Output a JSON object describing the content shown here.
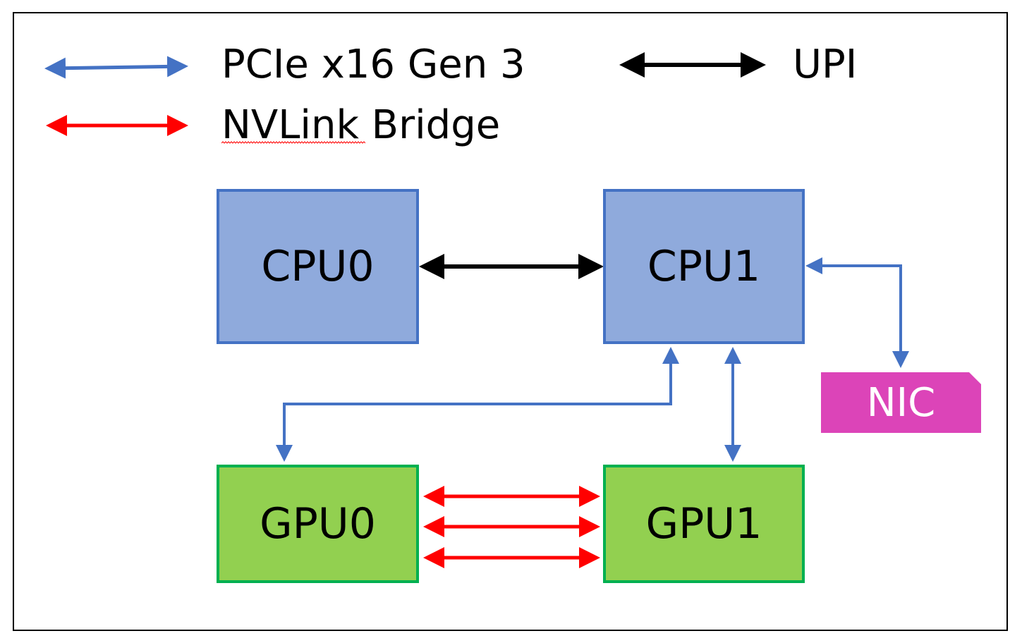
{
  "legend": {
    "pcie_label": "PCIe x16 Gen 3",
    "upi_label": "UPI",
    "nvlink_label": "NVLink Bridge"
  },
  "nodes": {
    "cpu0": "CPU0",
    "cpu1": "CPU1",
    "gpu0": "GPU0",
    "gpu1": "GPU1",
    "nic": "NIC"
  },
  "colors": {
    "pcie": "#4472c4",
    "upi": "#000000",
    "nvlink": "#ff0000",
    "cpu_fill": "#8faadc",
    "cpu_border": "#4472c4",
    "gpu_fill": "#92d050",
    "gpu_border": "#00b050",
    "nic_fill": "#dc44b8"
  },
  "links": [
    {
      "from": "cpu0",
      "to": "cpu1",
      "type": "upi"
    },
    {
      "from": "cpu1",
      "to": "nic",
      "type": "pcie"
    },
    {
      "from": "cpu1",
      "to": "gpu0",
      "type": "pcie"
    },
    {
      "from": "cpu1",
      "to": "gpu1",
      "type": "pcie"
    },
    {
      "from": "gpu0",
      "to": "gpu1",
      "type": "nvlink",
      "count": 3
    }
  ]
}
